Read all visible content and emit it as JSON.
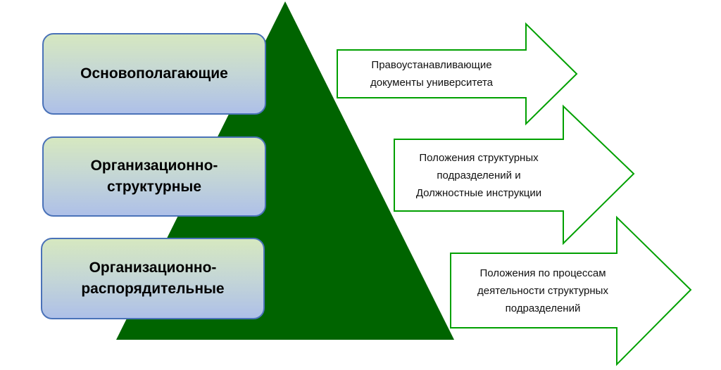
{
  "colors": {
    "pyramid": "#006400",
    "box_border": "#4a72b8",
    "arrow_border": "#00a000",
    "arrow_fill": "#ffffff"
  },
  "levels": [
    {
      "label": "Основополагающие"
    },
    {
      "label": "Организационно-\nструктурные"
    },
    {
      "label": "Организационно-\nраспорядительные"
    }
  ],
  "arrows": [
    {
      "text": "Правоустанавливающие\nдокументы университета"
    },
    {
      "text": "Положения структурных\nподразделений и\nДолжностные инструкции"
    },
    {
      "text": "Положения по процессам\nдеятельности структурных\nподразделений"
    }
  ]
}
